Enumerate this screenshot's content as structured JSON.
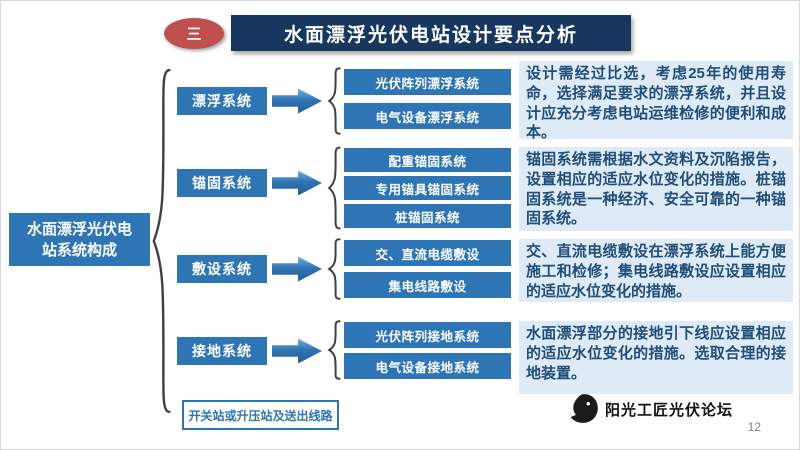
{
  "slide": {
    "section_number": "三",
    "title": "水面漂浮光伏电站设计要点分析",
    "left_label": "水面漂浮光伏电站系统构成",
    "rows": [
      {
        "system": "漂浮系统",
        "subs": [
          "光伏阵列漂浮系统",
          "电气设备漂浮系统"
        ],
        "desc": "设计需经过比选，考虑25年的使用寿命，选择满足要求的漂浮系统，并且设计应充分考虑电站运维检修的便利和成本。"
      },
      {
        "system": "锚固系统",
        "subs": [
          "配重锚固系统",
          "专用锚具锚固系统",
          "桩锚固系统"
        ],
        "desc": "锚固系统需根据水文资料及沉陷报告，设置相应的适应水位变化的措施。桩锚固系统是一种经济、安全可靠的一种锚固系统。"
      },
      {
        "system": "敷设系统",
        "subs": [
          "交、直流电缆敷设",
          "集电线路敷设"
        ],
        "desc": "交、直流电缆敷设在漂浮系统上能方便施工和检修；集电线路敷设应设置相应的适应水位变化的措施。"
      },
      {
        "system": "接地系统",
        "subs": [
          "光伏阵列接地系统",
          "电气设备接地系统"
        ],
        "desc": "水面漂浮部分的接地引下线应设置相应的适应水位变化的措施。选取合理的接地装置。"
      }
    ],
    "bottom_box": "开关站或升压站及送出线路",
    "footer": {
      "brand": "阳光工匠光伏论坛",
      "page_number": "12"
    },
    "icons": {
      "forum_logo": "bird-logo",
      "braces": "curly-brace",
      "arrows": "right-block-arrow"
    },
    "colors": {
      "header_bg": "#17375E",
      "badge_red": "#C0504D",
      "box_blue": "#2E75B6",
      "desc_bg": "#DEEAF6",
      "desc_text": "#1F4E79"
    }
  }
}
